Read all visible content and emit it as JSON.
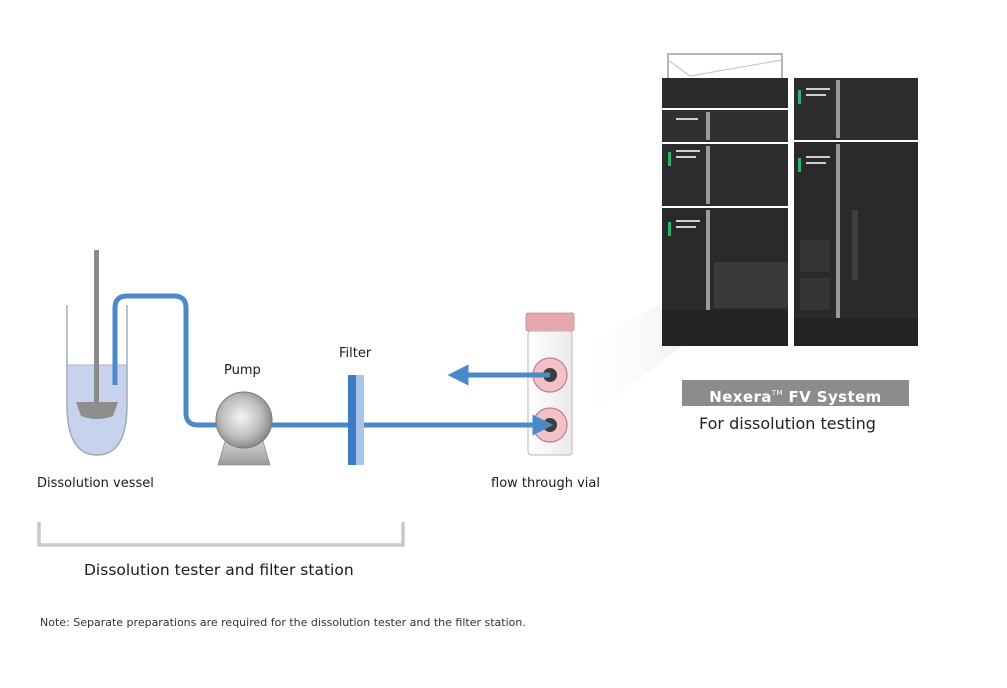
{
  "labels": {
    "vessel": "Dissolution vessel",
    "pump": "Pump",
    "filter": "Filter",
    "vial": "flow through vial",
    "station": "Dissolution tester and filter station",
    "note": "Note: Separate preparations are required for the dissolution tester and the filter station.",
    "system_name": "Nexera",
    "system_tm": "TM",
    "system_suffix": " FV System",
    "purpose": "For dissolution testing"
  },
  "colors": {
    "tube": "#4a8ac9",
    "filter": "#3b7cc4",
    "filter_light": "#a9c3e6",
    "vial_cap": "#e6a8ae",
    "vial_port": "#f1c3c7",
    "banner": "#8c8c8c",
    "bracket": "#c8c8c8",
    "liquid": "#c7d3ec",
    "instrument": "#2e2e31"
  },
  "icons": [
    "dissolution-vessel-icon",
    "stirrer-paddle-icon",
    "pump-icon",
    "filter-icon",
    "flow-through-vial-icon",
    "hplc-instrument-icon"
  ]
}
